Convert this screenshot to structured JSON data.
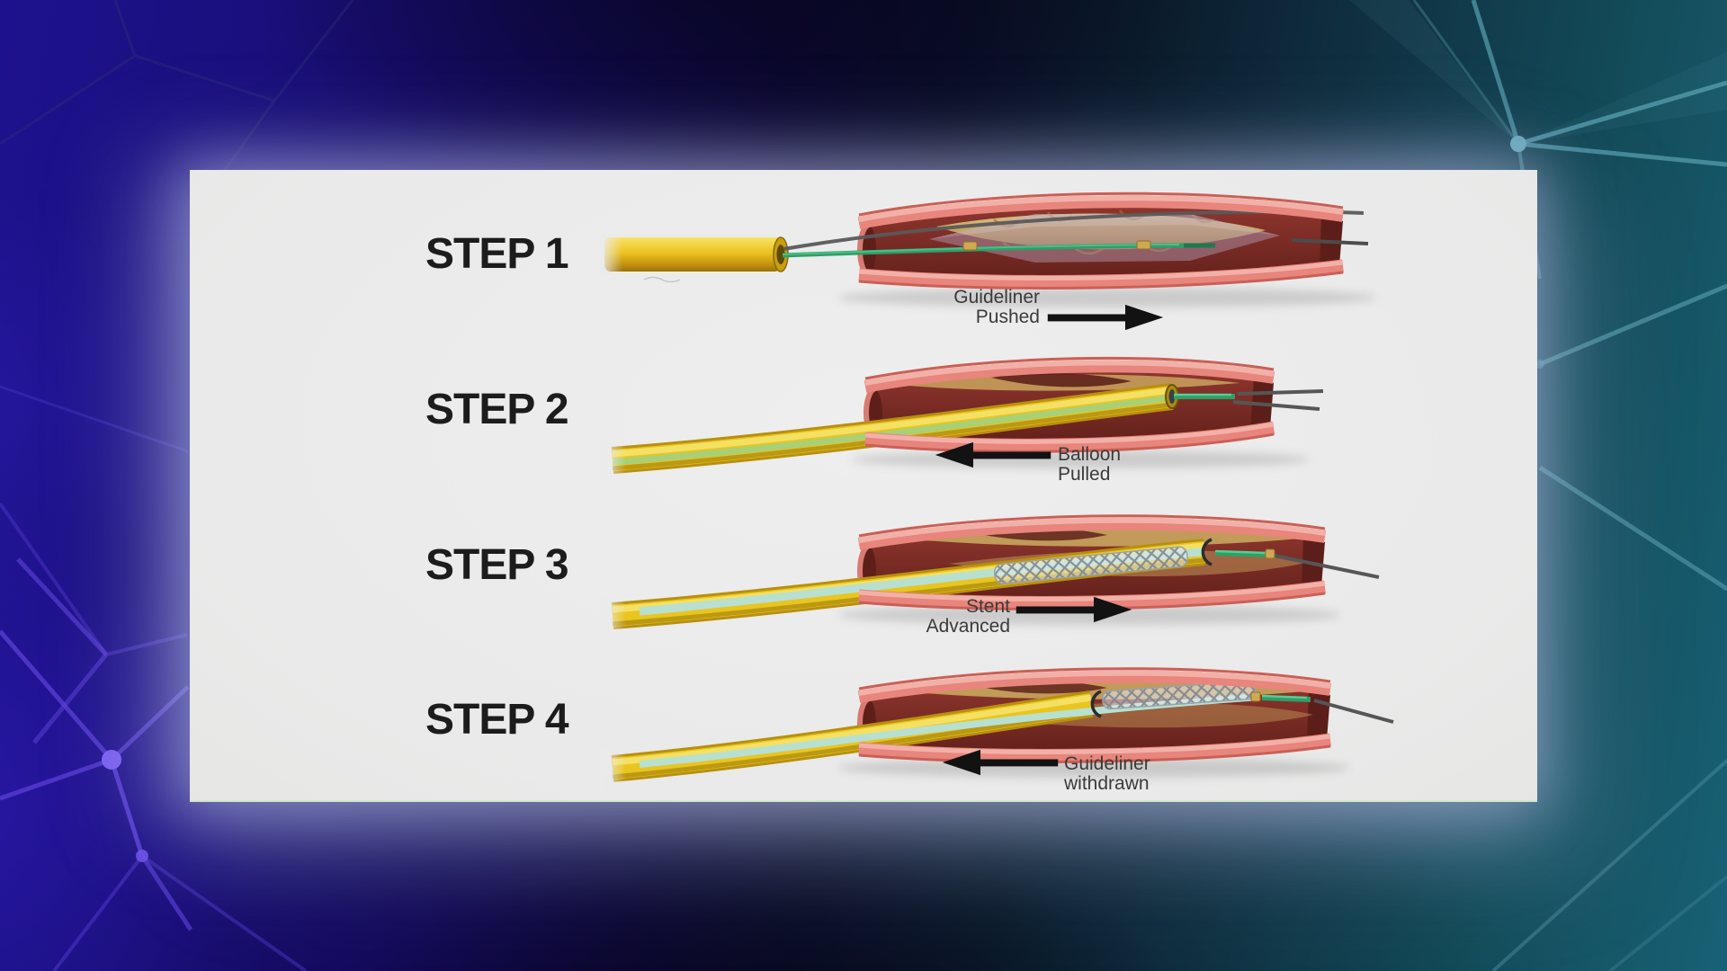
{
  "slide": {
    "steps": [
      {
        "label": "STEP 1",
        "caption": {
          "line1": "Guideliner",
          "line2": "Pushed"
        },
        "arrow_direction": "right"
      },
      {
        "label": "STEP 2",
        "caption": {
          "line1": "Balloon",
          "line2": "Pulled"
        },
        "arrow_direction": "left"
      },
      {
        "label": "STEP 3",
        "caption": {
          "line1": "Stent",
          "line2": "Advanced"
        },
        "arrow_direction": "right"
      },
      {
        "label": "STEP 4",
        "caption": {
          "line1": "Guideliner",
          "line2": "withdrawn"
        },
        "arrow_direction": "left"
      }
    ]
  },
  "colors": {
    "panel_bg": "#ebebeb",
    "step_label": "#1c1c1c",
    "caption_text": "#3a3a3a",
    "arrow_black": "#121212",
    "artery_pink": "#e8857c",
    "artery_pink_light": "#f2b1a8",
    "artery_pink_dark": "#cb5f56",
    "artery_lumen": "#7c2d27",
    "plaque_tan": "#c9a96a",
    "balloon_lavender": "#ae93ac",
    "catheter_yellow": "#e9c51f",
    "catheter_gold_dark": "#b8900e",
    "catheter_stripe_green": "#a8d077",
    "guidewire_green": "#2f9f68",
    "shaft_teal": "#b7e0d1",
    "stent_gray": "#8a9199",
    "wire_gray": "#5a5a5a",
    "bg_indigo": "#1d128e",
    "bg_navy": "#0b0c2e",
    "bg_teal": "#134b59",
    "plexus_purple": "#5b3fd6",
    "plexus_teal": "#4f93a3"
  }
}
